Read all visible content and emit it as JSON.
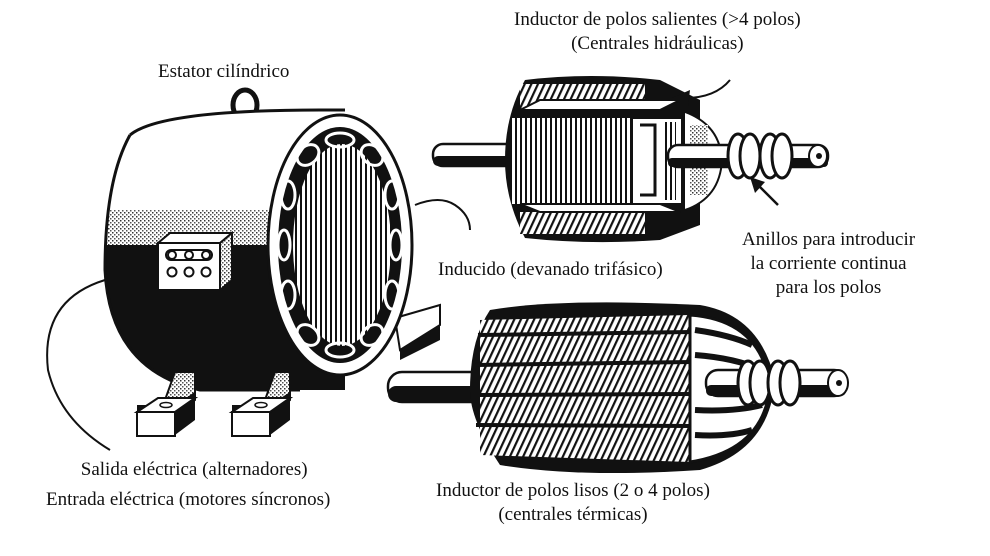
{
  "diagram": {
    "title": "Máquina síncrona: estator y tipos de inductor (rotor)",
    "components": [
      {
        "id": "stator",
        "name": "Estator cilíndrico"
      },
      {
        "id": "salient_rotor",
        "name": "Inductor de polos salientes"
      },
      {
        "id": "smooth_rotor",
        "name": "Inductor de polos lisos"
      }
    ]
  },
  "labels": {
    "stator": "Estator cilíndrico",
    "salient_line1": "Inductor de polos salientes (>4 polos)",
    "salient_line2": "(Centrales hidráulicas)",
    "rings_line1": "Anillos para introducir",
    "rings_line2": "la corriente continua",
    "rings_line3": "para los polos",
    "armature": "Inducido (devanado trifásico)",
    "output_line1": "Salida eléctrica (alternadores)",
    "output_line2": "Entrada eléctrica (motores síncronos)",
    "smooth_line1": "Inductor de polos lisos (2 o 4 polos)",
    "smooth_line2": "(centrales térmicas)"
  },
  "colors": {
    "ink": "#111111",
    "paper": "#ffffff",
    "shade": "#9a9a9a"
  }
}
